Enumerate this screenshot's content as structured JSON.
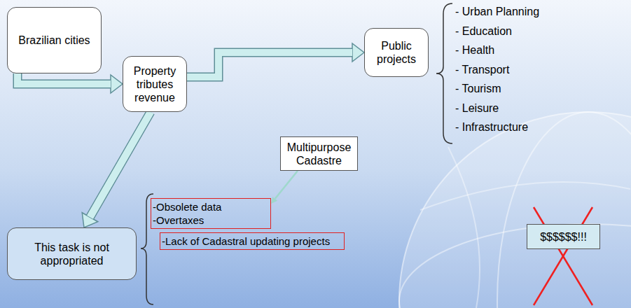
{
  "diagram": {
    "nodes": [
      {
        "text": [
          "Brazilian cities"
        ]
      },
      {
        "text": [
          "Property tributes revenue"
        ]
      },
      {
        "text": [
          "Public projects"
        ]
      },
      {
        "text": [
          "Multipurpose Cadastre"
        ]
      },
      {
        "text": [
          "This task is not appropriated"
        ]
      },
      {
        "text": [
          "-Obsolete data",
          "-Overtaxes"
        ]
      },
      {
        "text": [
          "-Lack of Cadastral updating projects"
        ]
      },
      {
        "text": [
          "$$$$$$!!!"
        ]
      }
    ],
    "edges": [
      {
        "from": 0,
        "to": 1,
        "arrow": "to"
      },
      {
        "from": 1,
        "to": 2,
        "arrow": "to"
      },
      {
        "from": 1,
        "to": 4,
        "arrow": "to"
      },
      {
        "from": 3,
        "to": 5,
        "arrow": "to"
      }
    ],
    "labels": [
      "- Urban Planning",
      "- Education",
      "- Health",
      "- Transport",
      "- Tourism",
      "- Leisure",
      "- Infrastructure"
    ]
  }
}
